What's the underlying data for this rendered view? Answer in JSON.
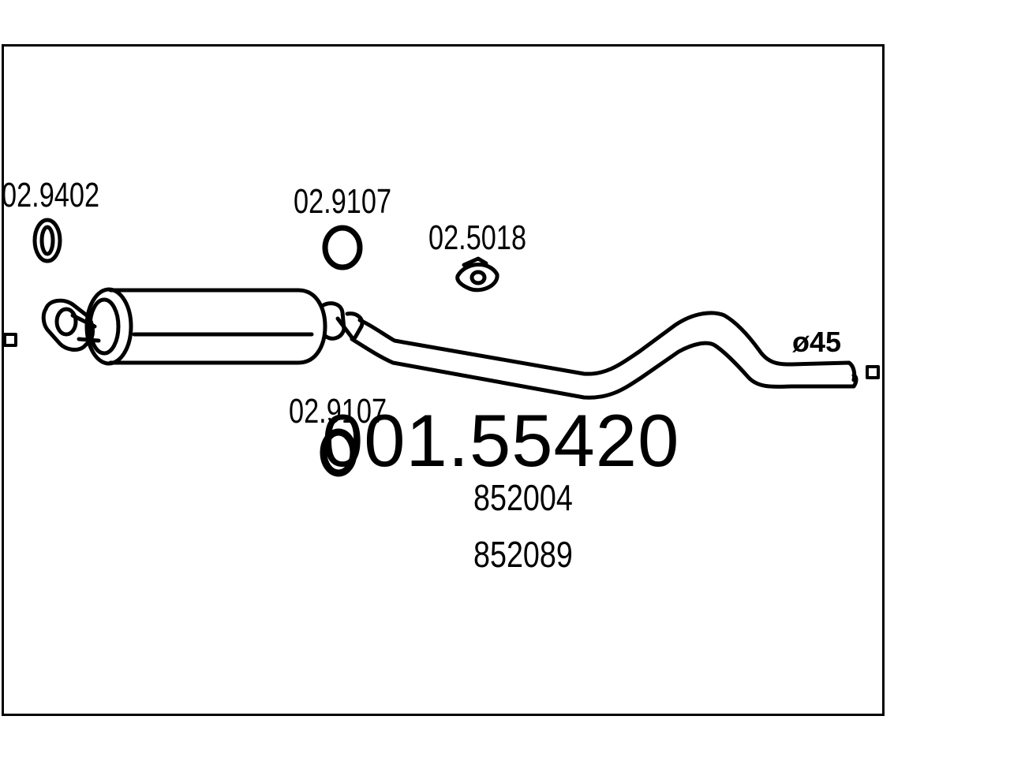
{
  "diagram": {
    "main_part_number": "001.55420",
    "reference_numbers": [
      "852004",
      "852089"
    ],
    "diameter_label": "ø45",
    "accessories": [
      {
        "code": "02.9402",
        "icon": "clamp-ring-icon"
      },
      {
        "code": "02.9107",
        "icon": "gasket-ring-icon"
      },
      {
        "code": "02.5018",
        "icon": "rubber-hanger-icon"
      },
      {
        "code": "02.9107",
        "icon": "gasket-ring-icon"
      }
    ],
    "line_color": "#000000",
    "background_color": "#ffffff"
  }
}
